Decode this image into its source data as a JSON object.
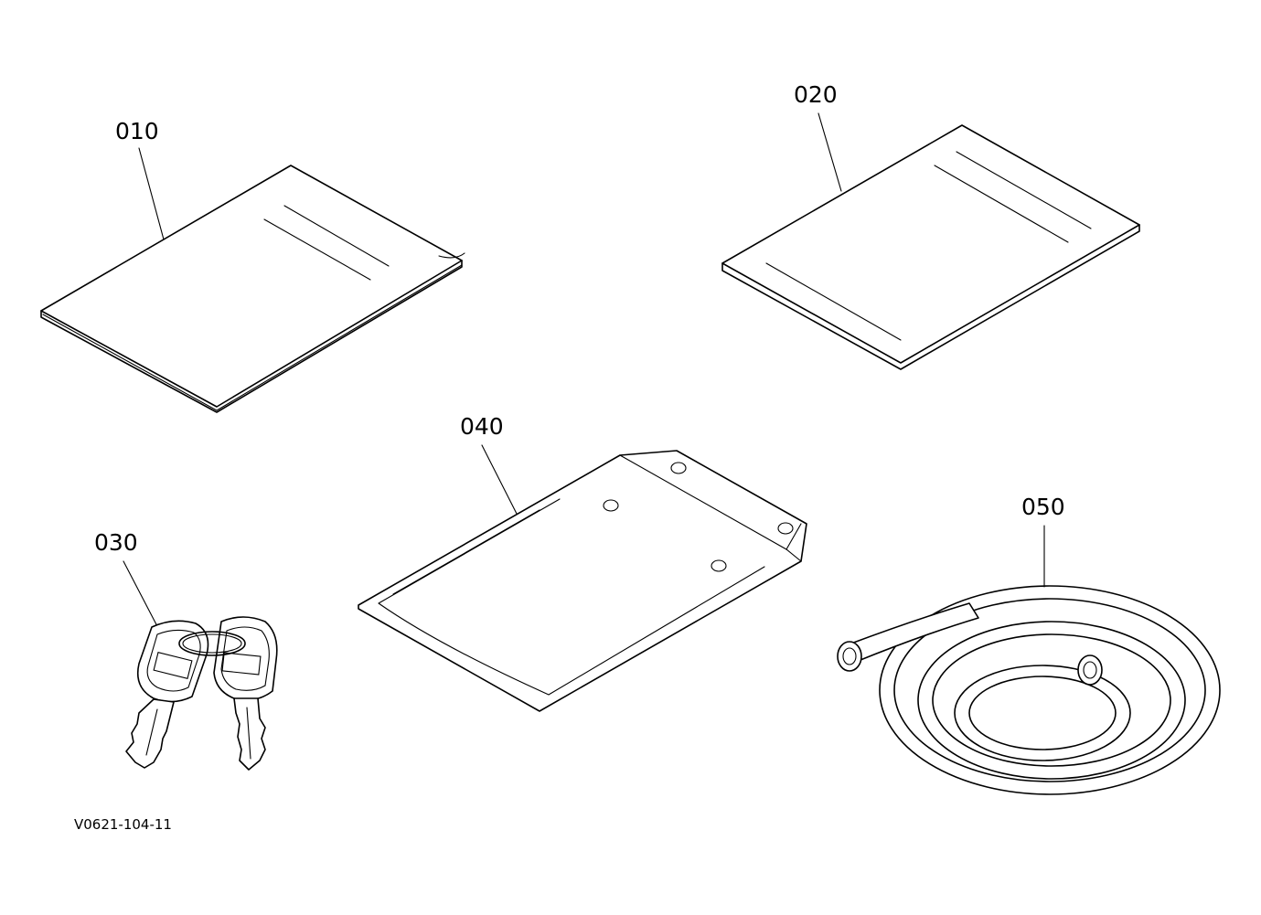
{
  "parts": [
    {
      "id": "p010",
      "label": "010",
      "icon": "booklet-icon"
    },
    {
      "id": "p020",
      "label": "020",
      "icon": "manual-icon"
    },
    {
      "id": "p030",
      "label": "030",
      "icon": "keys-icon"
    },
    {
      "id": "p040",
      "label": "040",
      "icon": "document-pouch-icon"
    },
    {
      "id": "p050",
      "label": "050",
      "icon": "hose-coil-icon"
    }
  ],
  "reference_code": "V0621-104-11"
}
